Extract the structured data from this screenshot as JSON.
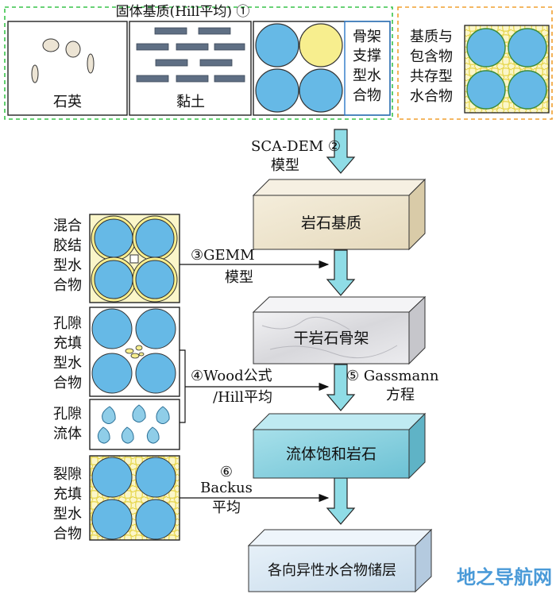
{
  "top": {
    "title": "固体基质(Hill平均) ①",
    "quartz": "石英",
    "clay": "黏土",
    "framework_hydrate": [
      "骨架",
      "支撑",
      "型水",
      "合物"
    ],
    "coexist_hydrate": [
      "基质与",
      "包含物",
      "共存型",
      "水合物"
    ]
  },
  "flow": {
    "step2": [
      "SCA-DEM ②",
      "模型"
    ],
    "rock_matrix": "岩石基质",
    "step3": [
      "③GEMM",
      "模型"
    ],
    "dry_frame": "干岩石骨架",
    "step4": [
      "④Wood公式",
      "/Hill平均"
    ],
    "step5": [
      "⑤ Gassmann",
      "方程"
    ],
    "saturated": "流体饱和岩石",
    "step6": [
      "⑥",
      "Backus",
      "平均"
    ],
    "anisotropic": "各向异性水合物储层"
  },
  "left": {
    "cemented": [
      "混合",
      "胶结",
      "型水",
      "合物"
    ],
    "pore_filling": [
      "孔隙",
      "充填",
      "型水",
      "合物"
    ],
    "pore_fluid": [
      "孔隙",
      "流体"
    ],
    "fracture": [
      "裂隙",
      "充填",
      "型水",
      "合物"
    ]
  },
  "watermark": "地之导航网",
  "colors": {
    "grain_blue": "#66b9e6",
    "hydrate_yellow": "#f7ee8e",
    "green_dash": "#39c34a",
    "orange_dash": "#f0a030",
    "arrow_cyan": "#8fdce6",
    "rock_beige": "#efe6cf",
    "marble": "#e2e2e6",
    "water": "#8fd0de",
    "ice": "#d6e6f2"
  }
}
